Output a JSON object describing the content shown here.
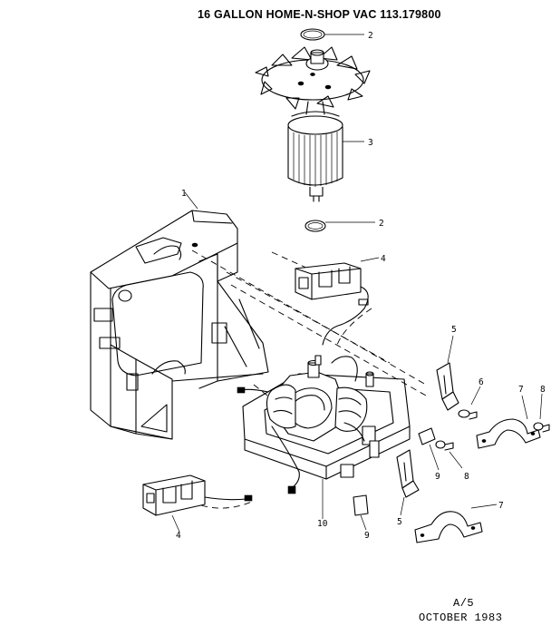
{
  "title": "16 GALLON HOME-N-SHOP VAC 113.179800",
  "callouts": {
    "c1": "1",
    "c2a": "2",
    "c2b": "2",
    "c3": "3",
    "c4a": "4",
    "c4b": "4",
    "c5a": "5",
    "c5b": "5",
    "c6": "6",
    "c7a": "7",
    "c7b": "7",
    "c8a": "8",
    "c8b": "8",
    "c9a": "9",
    "c9b": "9",
    "c10": "10"
  },
  "footer": {
    "page": "A/5",
    "date": "OCTOBER 1983"
  }
}
